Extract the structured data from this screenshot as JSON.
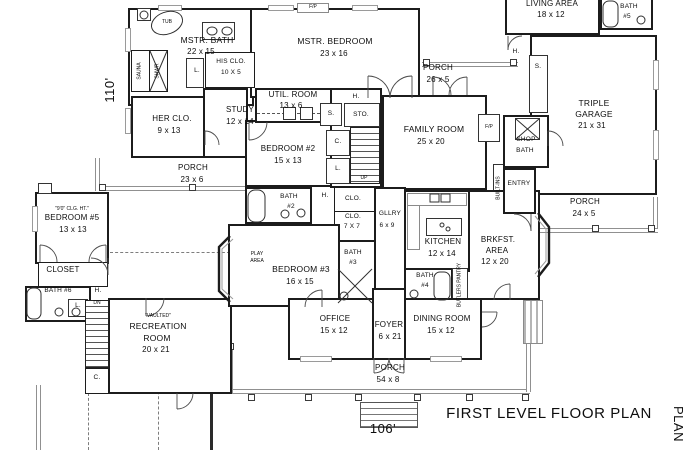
{
  "title": "FIRST LEVEL FLOOR PLAN",
  "side_label": "PLAN",
  "dimensions": {
    "overall_width": "106'",
    "overall_depth": "110'"
  },
  "rooms": {
    "mstr_bath": {
      "name": "MSTR. BATH",
      "size": "22 x 15"
    },
    "mstr_bedroom": {
      "name": "MSTR. BEDROOM",
      "size": "23 x 16"
    },
    "his_clo": {
      "name": "HIS CLO.",
      "size": "10 X 5"
    },
    "her_clo": {
      "name": "HER CLO.",
      "size": "9 x 13"
    },
    "study": {
      "name": "STUDY",
      "size": "12 x 14"
    },
    "util_room": {
      "name": "UTIL. ROOM",
      "size": "13 x 6"
    },
    "bedroom2": {
      "name": "BEDROOM #2",
      "size": "15 x 13"
    },
    "porch_left": {
      "name": "PORCH",
      "size": "23 x 6"
    },
    "family_room": {
      "name": "FAMILY ROOM",
      "size": "25 x 20"
    },
    "porch_top": {
      "name": "PORCH",
      "size": "26 x 5"
    },
    "living_area": {
      "name": "LIVING AREA",
      "size": "18 x 12"
    },
    "bath5": {
      "name": "BATH",
      "number": "#5"
    },
    "garage": {
      "line1": "TRIPLE",
      "line2": "GARAGE",
      "size": "21 x 31"
    },
    "shop_bath": {
      "line1": "SHOP",
      "line2": "BATH"
    },
    "entry": {
      "name": "ENTRY"
    },
    "porch_right": {
      "name": "PORCH",
      "size": "24 x 5"
    },
    "bath2": {
      "name": "BATH",
      "number": "#2"
    },
    "clo_a": {
      "name": "CLO."
    },
    "clo_b": {
      "name": "CLO.",
      "size": "7 X 7"
    },
    "gllry": {
      "name": "GLLRY",
      "size": "6 x 9"
    },
    "bath3": {
      "name": "BATH",
      "number": "#3"
    },
    "kitchen": {
      "name": "KITCHEN",
      "size": "12 x 14"
    },
    "brkfst": {
      "line1": "BRKFST.",
      "line2": "AREA",
      "size": "12 x 20"
    },
    "bath4": {
      "name": "BATH",
      "number": "#4"
    },
    "bedroom3": {
      "name": "BEDROOM #3",
      "size": "16 x 15"
    },
    "play_area": {
      "line1": "PLAY",
      "line2": "AREA"
    },
    "bedroom5": {
      "note": "\"9'0\" CLG. HT.\"",
      "name": "BEDROOM #5",
      "size": "13 x 13"
    },
    "closet": {
      "name": "CLOSET"
    },
    "bath6": {
      "name": "BATH #6"
    },
    "rec_room": {
      "note": "\"VAULTED\"",
      "line1": "RECREATION",
      "line2": "ROOM",
      "size": "20 x 21"
    },
    "office": {
      "name": "OFFICE",
      "size": "15 x 12"
    },
    "foyer": {
      "name": "FOYER",
      "size": "6 x 21"
    },
    "dining": {
      "name": "DINING ROOM",
      "size": "15 x 12"
    },
    "porch_bottom": {
      "name": "PORCH",
      "size": "54 x 8"
    }
  },
  "small_labels": {
    "tub": "TUB",
    "sauna": "SAUNA",
    "shwr": "SHWR",
    "l1": "L.",
    "l2": "L.",
    "l3": "L.",
    "h1": "H.",
    "h2": "H.",
    "h3": "H.",
    "h4": "H.",
    "s1": "S.",
    "s2": "S.",
    "sto": "STO.",
    "c1": "C.",
    "c2": "C.",
    "up": "UP",
    "dn": "DN",
    "fp_top": "F/P",
    "fp_right": "F/P",
    "builtins": "BUILT-INS",
    "butlers_pantry": "BUTLERS PANTRY"
  }
}
